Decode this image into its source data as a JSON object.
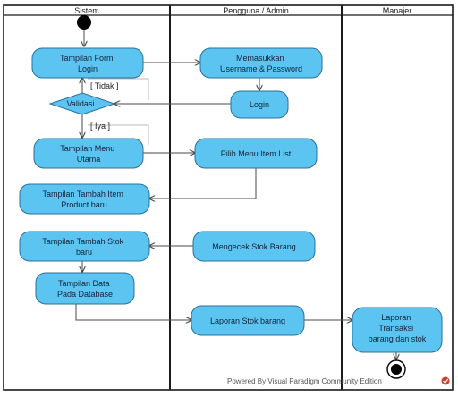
{
  "diagram": {
    "type": "uml-activity",
    "swimlanes": [
      "Sistem",
      "Pengguna / Admin",
      "Manajer"
    ],
    "actions": {
      "tampilan_form_login": [
        "Tampilan Form",
        "Login"
      ],
      "memasukkan_username": [
        "Memasukkan",
        "Username & Password"
      ],
      "login": [
        "Login"
      ],
      "tampilan_menu_utama": [
        "Tampilan Menu",
        "Utama"
      ],
      "pilih_menu_item_list": [
        "Pilih Menu Item List"
      ],
      "tampilan_tambah_item": [
        "Tampilan Tambah Item",
        "Product baru"
      ],
      "tampilan_tambah_stok": [
        "Tampilan Tambah Stok",
        "baru"
      ],
      "mengecek_stok_barang": [
        "Mengecek Stok Barang"
      ],
      "tampilan_data_database": [
        "Tampilan Data",
        "Pada Database"
      ],
      "laporan_stok_barang": [
        "Laporan Stok barang"
      ],
      "laporan_transaksi": [
        "Laporan",
        "Transaksi",
        "barang dan stok"
      ]
    },
    "decision": {
      "label": "Validasi"
    },
    "guards": {
      "tidak": "[ Tidak ]",
      "iya": "[ Iya ]"
    },
    "nodes": {
      "initial": "initial-node",
      "final": "final-node"
    },
    "footer": "Powered By  Visual Paradigm Community Edition",
    "colors": {
      "action_fill": "#5bc4f1",
      "action_stroke": "#2a6f9a",
      "lane_border": "#1a1a1a",
      "footer_logo": "#d23a2c"
    }
  }
}
